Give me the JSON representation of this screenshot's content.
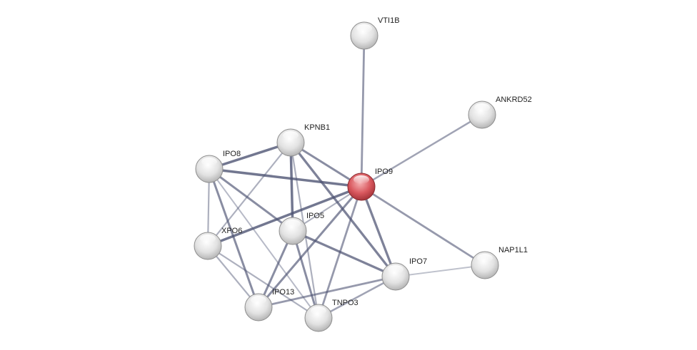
{
  "colors": {
    "node": "#e6e6e6",
    "query_node": "#d9585e",
    "edge": "#4c5272"
  },
  "nodes": [
    {
      "id": "VTI1B",
      "label": "VTI1B",
      "query": false
    },
    {
      "id": "ANKRD52",
      "label": "ANKRD52",
      "query": false
    },
    {
      "id": "KPNB1",
      "label": "KPNB1",
      "query": false
    },
    {
      "id": "IPO8",
      "label": "IPO8",
      "query": false
    },
    {
      "id": "IPO9",
      "label": "IPO9",
      "query": true
    },
    {
      "id": "IPO5",
      "label": "IPO5",
      "query": false
    },
    {
      "id": "XPO6",
      "label": "XPO6",
      "query": false
    },
    {
      "id": "IPO7",
      "label": "IPO7",
      "query": false
    },
    {
      "id": "NAP1L1",
      "label": "NAP1L1",
      "query": false
    },
    {
      "id": "IPO13",
      "label": "IPO13",
      "query": false
    },
    {
      "id": "TNPO3",
      "label": "TNPO3",
      "query": false
    }
  ],
  "edges": [
    {
      "a": "IPO8",
      "b": "KPNB1",
      "w": 0.9
    },
    {
      "a": "IPO8",
      "b": "IPO9",
      "w": 0.9
    },
    {
      "a": "IPO8",
      "b": "XPO6",
      "w": 0.4
    },
    {
      "a": "IPO8",
      "b": "IPO13",
      "w": 0.7
    },
    {
      "a": "IPO8",
      "b": "IPO5",
      "w": 0.7
    },
    {
      "a": "IPO8",
      "b": "TNPO3",
      "w": 0.3
    },
    {
      "a": "KPNB1",
      "b": "XPO6",
      "w": 0.4
    },
    {
      "a": "KPNB1",
      "b": "IPO5",
      "w": 0.9
    },
    {
      "a": "KPNB1",
      "b": "TNPO3",
      "w": 0.4
    },
    {
      "a": "KPNB1",
      "b": "IPO7",
      "w": 0.8
    },
    {
      "a": "KPNB1",
      "b": "IPO9",
      "w": 0.7
    },
    {
      "a": "XPO6",
      "b": "IPO9",
      "w": 0.9
    },
    {
      "a": "XPO6",
      "b": "IPO13",
      "w": 0.4
    },
    {
      "a": "XPO6",
      "b": "TNPO3",
      "w": 0.4
    },
    {
      "a": "IPO5",
      "b": "IPO9",
      "w": 0.4
    },
    {
      "a": "IPO5",
      "b": "IPO7",
      "w": 0.8
    },
    {
      "a": "IPO5",
      "b": "IPO13",
      "w": 0.7
    },
    {
      "a": "IPO5",
      "b": "TNPO3",
      "w": 0.7
    },
    {
      "a": "IPO9",
      "b": "IPO13",
      "w": 0.7
    },
    {
      "a": "IPO9",
      "b": "TNPO3",
      "w": 0.6
    },
    {
      "a": "IPO9",
      "b": "IPO7",
      "w": 0.8
    },
    {
      "a": "IPO9",
      "b": "VTI1B",
      "w": 0.6
    },
    {
      "a": "IPO9",
      "b": "ANKRD52",
      "w": 0.5
    },
    {
      "a": "IPO9",
      "b": "NAP1L1",
      "w": 0.6
    },
    {
      "a": "IPO7",
      "b": "IPO13",
      "w": 0.6
    },
    {
      "a": "IPO7",
      "b": "TNPO3",
      "w": 0.5
    },
    {
      "a": "IPO7",
      "b": "NAP1L1",
      "w": 0.25
    }
  ]
}
